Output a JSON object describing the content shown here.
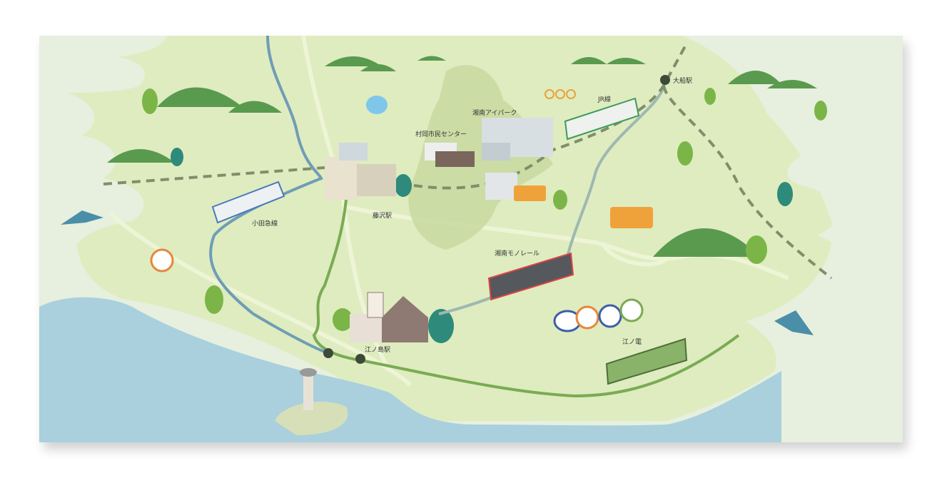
{
  "map": {
    "labels": {
      "ofuna_station": "大船駅",
      "jr_line": "JR線",
      "shonan_ipark": "湘南アイパーク",
      "muraoka_center": "村岡市民センター",
      "fujisawa_station": "藤沢駅",
      "odakyu_line": "小田急線",
      "shonan_monorail": "湘南モノレール",
      "enoshima_station": "江ノ島駅",
      "enoden": "江ノ電"
    },
    "colors": {
      "land": "#deecc0",
      "background": "#e7efdf",
      "sea": "#a9d0dc",
      "hill": "#5a9a4e",
      "odakyu": "#6f9db5",
      "enoden": "#7aab52",
      "monorail": "#9fb8b0",
      "jr": "#7f8f6a",
      "station_dot": "#3d4a38"
    }
  }
}
